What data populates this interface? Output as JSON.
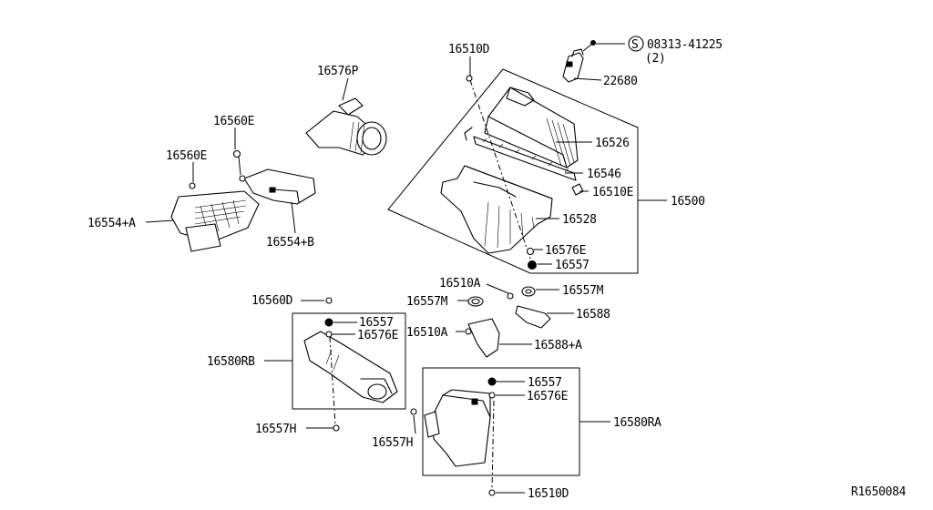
{
  "diagram_id": "R1650084",
  "screw_note": {
    "symbol": "S",
    "part_number": "08313-41225",
    "quantity": "(2)"
  },
  "labels": {
    "p16510D_top": "16510D",
    "p16576P": "16576P",
    "p22680": "22680",
    "p16560E_a": "16560E",
    "p16560E_b": "16560E",
    "p16526": "16526",
    "p16546": "16546",
    "p16510E": "16510E",
    "p16500": "16500",
    "p16554A": "16554+A",
    "p16554B": "16554+B",
    "p16528": "16528",
    "p16576E_top": "16576E",
    "p16557_top": "16557",
    "p16510A_a": "16510A",
    "p16557M_a": "16557M",
    "p16557M_b": "16557M",
    "p16588": "16588",
    "p16560D": "16560D",
    "p16557_mid": "16557",
    "p16576E_mid": "16576E",
    "p16510A_b": "16510A",
    "p16588A": "16588+A",
    "p16580RB": "16580RB",
    "p16557_low": "16557",
    "p16576E_low": "16576E",
    "p16580RA": "16580RA",
    "p16557H_a": "16557H",
    "p16557H_b": "16557H",
    "p16510D_bottom": "16510D"
  }
}
